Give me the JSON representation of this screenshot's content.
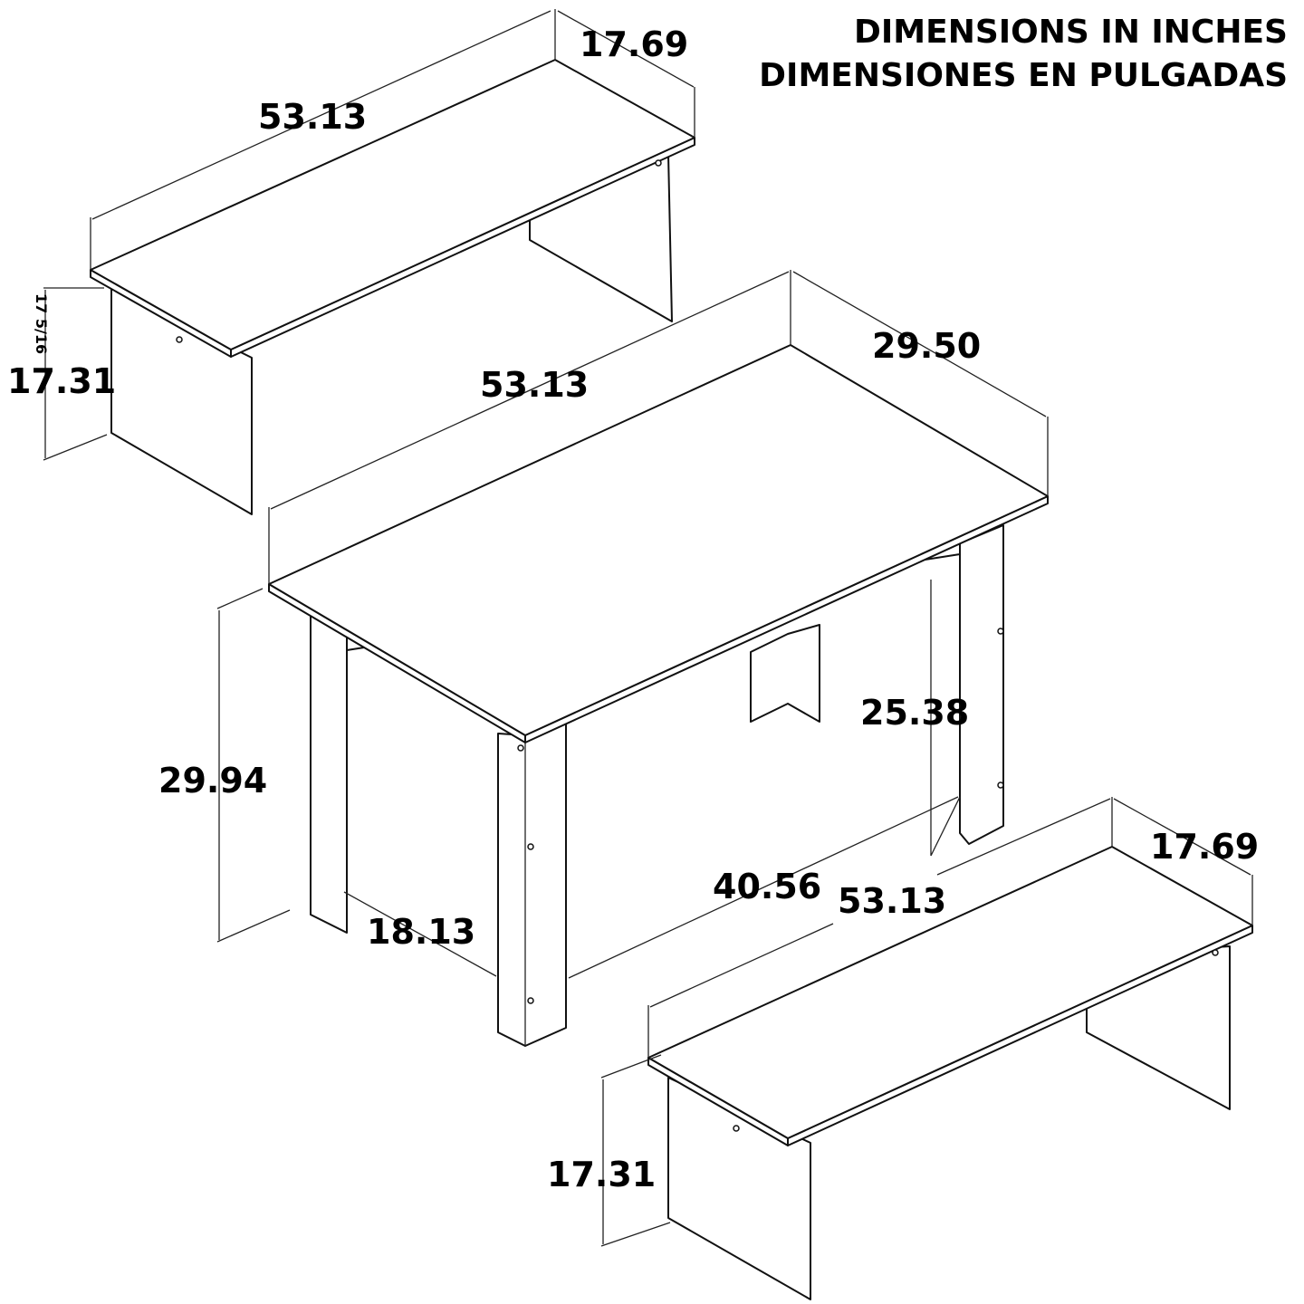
{
  "title": {
    "line1": "DIMENSIONS IN INCHES",
    "line2": "DIMENSIONES EN PULGADAS"
  },
  "top_bench": {
    "length": "53.13",
    "depth": "17.69",
    "height": "17.31",
    "height_overlay": "17 5/16"
  },
  "table": {
    "length": "53.13",
    "depth": "29.50",
    "height": "29.94",
    "clearance_height": "25.38",
    "leg_span": "40.56",
    "leg_inner_depth": "18.13"
  },
  "bottom_bench": {
    "length": "53.13",
    "depth": "17.69",
    "height": "17.31"
  }
}
